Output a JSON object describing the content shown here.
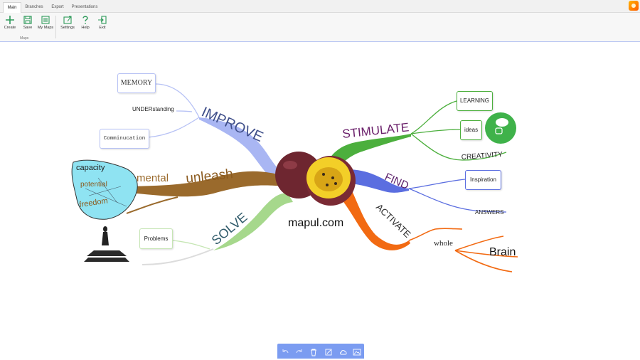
{
  "tabs": [
    {
      "label": "Main"
    },
    {
      "label": "Branches"
    },
    {
      "label": "Export"
    },
    {
      "label": "Presentations"
    }
  ],
  "ribbon": {
    "buttons": [
      {
        "label": "Create",
        "icon": "plus-icon"
      },
      {
        "label": "Save",
        "icon": "save-icon"
      },
      {
        "label": "My Maps",
        "icon": "list-icon"
      },
      {
        "label": "Settings",
        "icon": "settings-icon"
      },
      {
        "label": "Help",
        "icon": "help-icon"
      },
      {
        "label": "Exit",
        "icon": "exit-icon"
      }
    ],
    "group_label": "Maps"
  },
  "mindmap": {
    "central_label": "mapul.com",
    "branches": {
      "improve": "IMPROVE",
      "unleash": "unleash",
      "mental": "mental",
      "solve": "SOLVE",
      "stimulate": "STIMULATE",
      "find": "FIND",
      "activate": "ACTIVATE"
    },
    "subtopics": {
      "memory": "MEMORY",
      "understanding": "UNDERstanding",
      "communication": "Comminucation",
      "problems": "Problems",
      "learning": "LEARNING",
      "ideas": "ideas",
      "creativity": "CREATIVITY",
      "inspiration": "Inspiration",
      "answers": "ANSWERS",
      "whole": "whole",
      "brain": "Brain"
    },
    "image_words": {
      "capacity": "capacity",
      "potential": "potential",
      "freedom": "freedom"
    },
    "colors": {
      "improve": "#a9b6f3",
      "unleash": "#9a6a2c",
      "solve": "#a6d88c",
      "stimulate": "#4caf3d",
      "find": "#5b6ee0",
      "activate": "#f26a12",
      "ribbon_accent": "#2e9a5a",
      "bottom_bar": "#7b9cf1"
    }
  },
  "bottom_toolbar": [
    {
      "icon": "undo-icon"
    },
    {
      "icon": "redo-icon"
    },
    {
      "icon": "trash-icon"
    },
    {
      "icon": "edit-icon"
    },
    {
      "icon": "cloud-icon"
    },
    {
      "icon": "image-icon"
    }
  ]
}
